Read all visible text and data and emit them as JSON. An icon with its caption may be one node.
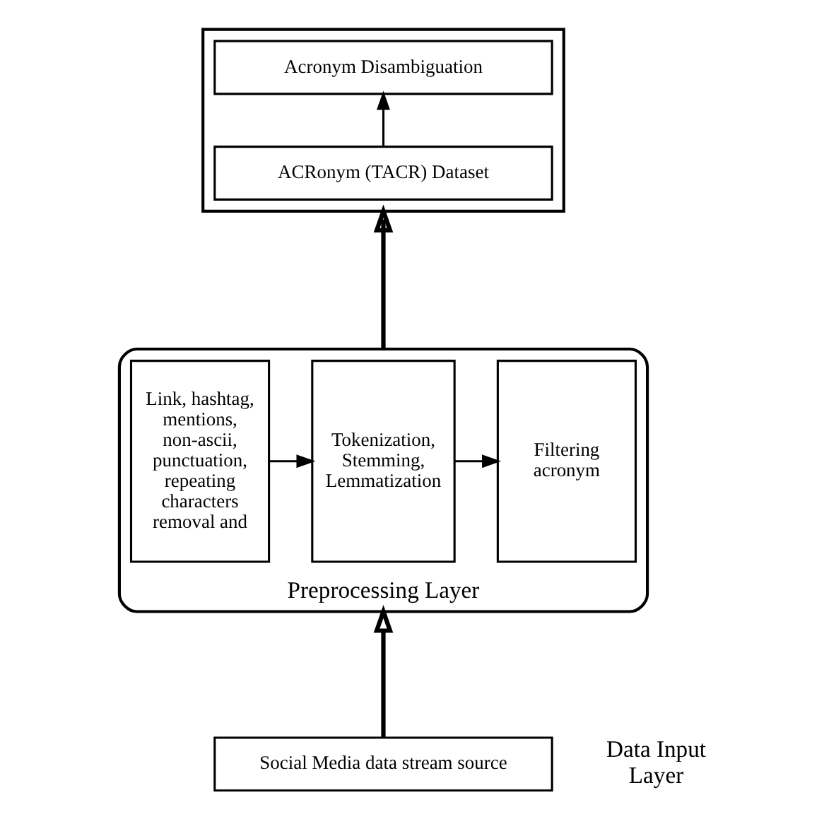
{
  "diagram": {
    "nodes": [
      {
        "text": [],
        "shape": "box"
      },
      {
        "text": [
          "Acronym Disambiguation"
        ],
        "in": 0
      },
      {
        "text": [
          "ACRonym (TACR) Dataset"
        ],
        "in": 0
      },
      {
        "text": [
          "Preprocessing Layer"
        ]
      },
      {
        "text": [
          "Link, hashtag, mentions, non-ascii, punctuation, repeating characters removal and"
        ],
        "in": 3
      },
      {
        "text": [
          "Tokenization, Stemming, Lemmatization"
        ],
        "in": 3
      },
      {
        "text": [
          "Filtering acronym"
        ],
        "in": 3
      },
      {
        "text": [
          "Social Media data stream source"
        ]
      }
    ],
    "edges": [
      {
        "from": 2,
        "to": 1,
        "arrow": "to"
      },
      {
        "from": 3,
        "to": 0,
        "arrow": "to",
        "style": "thick"
      },
      {
        "from": 4,
        "to": 5,
        "arrow": "to"
      },
      {
        "from": 5,
        "to": 6,
        "arrow": "to"
      },
      {
        "from": 7,
        "to": 3,
        "arrow": "to",
        "style": "thick"
      }
    ],
    "labels": [
      "Data Input Layer"
    ]
  }
}
